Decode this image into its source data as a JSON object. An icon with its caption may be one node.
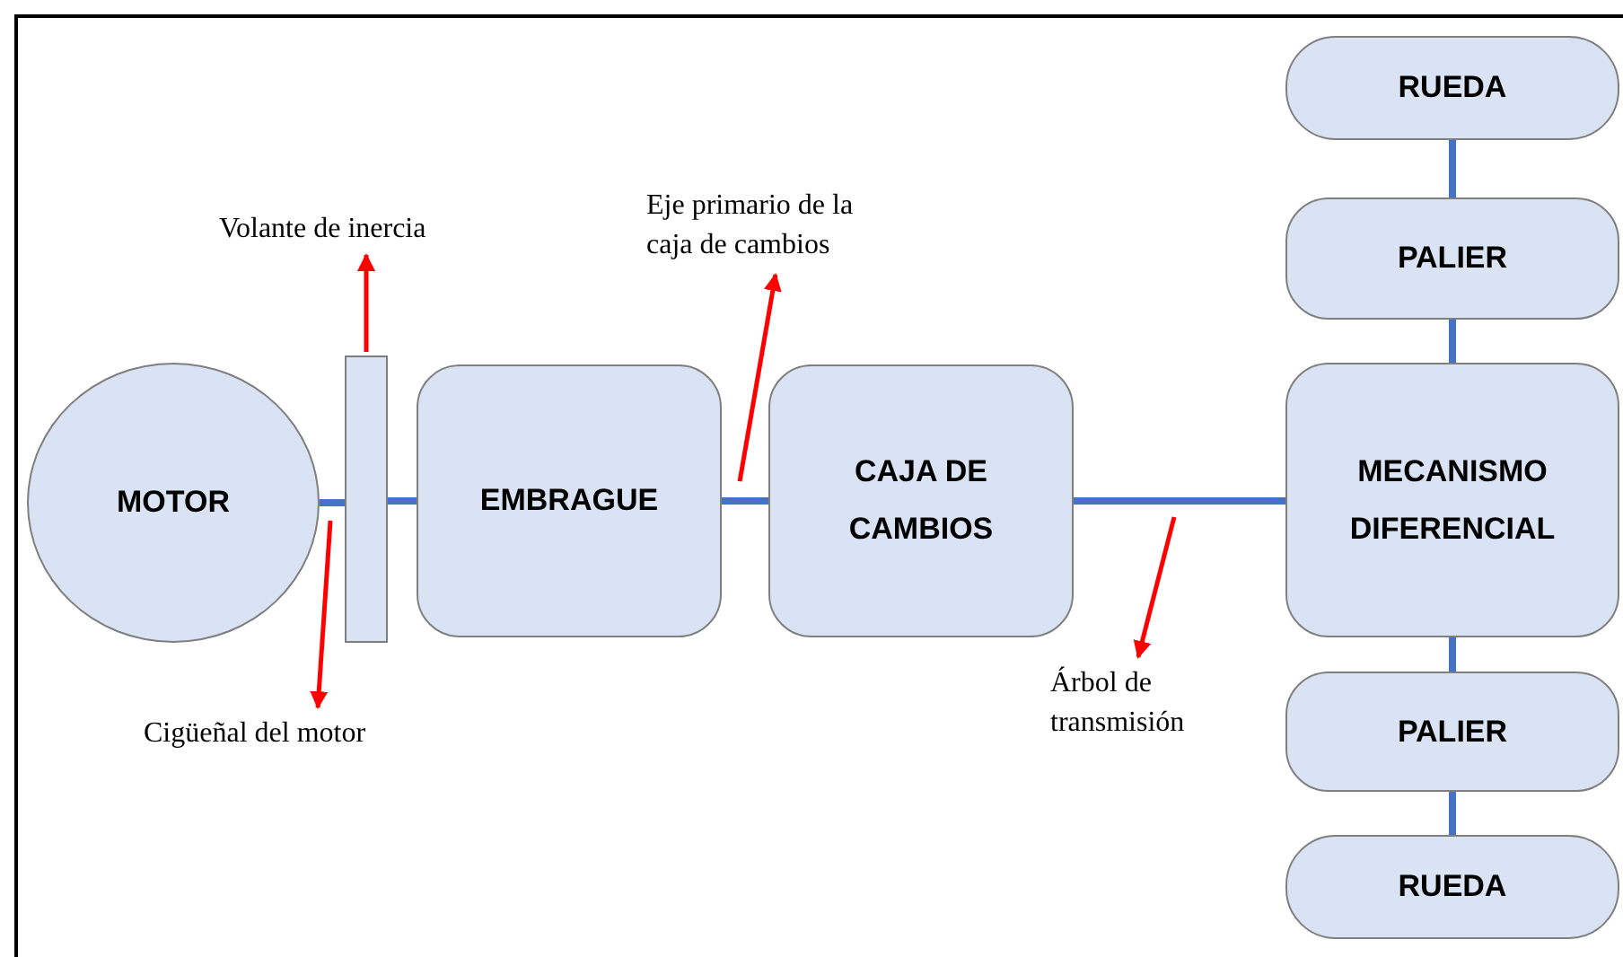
{
  "diagram": {
    "nodes": [
      {
        "text": [
          "MOTOR"
        ]
      },
      {
        "text": [],
        "shape": "bar"
      },
      {
        "text": [
          "EMBRAGUE"
        ]
      },
      {
        "text": [
          "CAJA DE CAMBIOS"
        ]
      },
      {
        "text": [
          "MECANISMO DIFERENCIAL"
        ]
      },
      {
        "text": [
          "RUEDA"
        ]
      },
      {
        "text": [
          "PALIER"
        ]
      },
      {
        "text": [
          "PALIER"
        ]
      },
      {
        "text": [
          "RUEDA"
        ]
      },
      {
        "text": [
          "Volante de inercia"
        ]
      },
      {
        "text": [
          "Eje primario de la caja de cambios"
        ]
      },
      {
        "text": [
          "Cigüeñal del motor"
        ]
      },
      {
        "text": [
          "Árbol de transmisión"
        ]
      }
    ],
    "edges": [
      {
        "from": 0,
        "to": 1,
        "arrow": "none"
      },
      {
        "from": 1,
        "to": 2,
        "arrow": "none"
      },
      {
        "from": 2,
        "to": 3,
        "arrow": "none"
      },
      {
        "from": 3,
        "to": 4,
        "arrow": "none"
      },
      {
        "from": 5,
        "to": 6,
        "arrow": "none"
      },
      {
        "from": 6,
        "to": 4,
        "arrow": "none"
      },
      {
        "from": 4,
        "to": 7,
        "arrow": "none"
      },
      {
        "from": 7,
        "to": 8,
        "arrow": "none"
      },
      {
        "from": 1,
        "to": 9,
        "arrow": "to",
        "color": "#ff0000"
      },
      {
        "from": 2,
        "to": 10,
        "arrow": "to",
        "color": "#ff0000"
      },
      {
        "from": 1,
        "to": 11,
        "arrow": "to",
        "color": "#ff0000"
      },
      {
        "from": null,
        "to": 12,
        "arrow": "to",
        "color": "#ff0000"
      }
    ]
  }
}
